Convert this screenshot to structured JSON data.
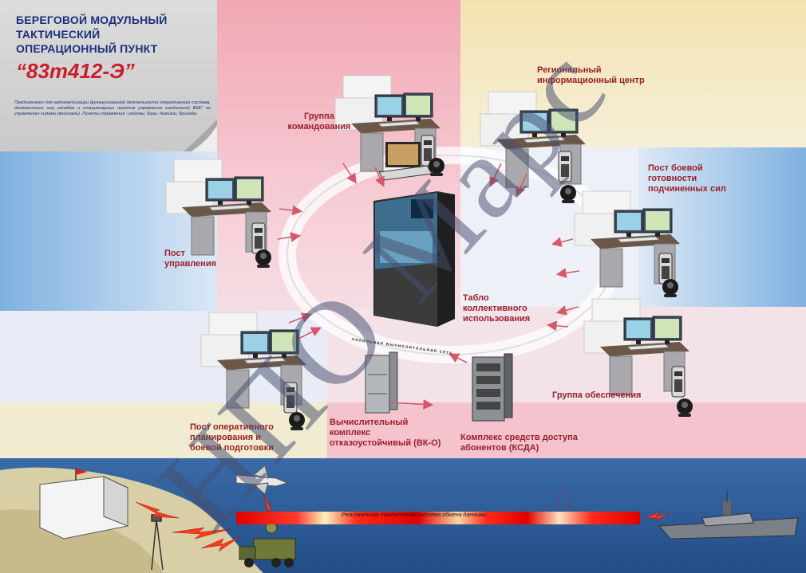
{
  "title": {
    "lines": [
      "БЕРЕГОВОЙ МОДУЛЬНЫЙ",
      "ТАКТИЧЕСКИЙ",
      "ОПЕРАЦИОННЫЙ ПУНКТ"
    ],
    "code": "“83т412-Э”",
    "description": "Предназначен для автоматизации функциональной деятельности оперативного состава, должностных лиц штабов и стационарных пунктов управления соединений ВМС по управлению силами (войсками). Пункты управления - районы, базы, дивизии, бригады."
  },
  "watermark": "НПО Марс",
  "nodes": {
    "command_group": "Группа командования",
    "regional_info_center": "Региональный информационный центр",
    "readiness_post": "Пост боевой готовности подчиненных сил",
    "control_post": "Пост управления",
    "display_board": "Табло коллективного использования",
    "support_group": "Группа обеспечения",
    "planning_post": "Пост оперативного планирования и боевой подготовки",
    "computing_complex": "Вычислительный комплекс отказоустойчивый (ВК-О)",
    "access_complex": "Комплекс средств доступа абонентов (КСДА)"
  },
  "ring_label": "локальная вычислительная сеть",
  "rtso_label": "Региональная тактическая система обмена данными",
  "colors": {
    "label_red": "#c8202a",
    "title_blue": "#1d2f7a",
    "sea": "#2e5f9c",
    "pink_panel": "#f3b9c4",
    "blue_panel": "#9ec6ea",
    "yellow_panel": "#f2e6b8",
    "watermark_gray": "#464e6e"
  }
}
